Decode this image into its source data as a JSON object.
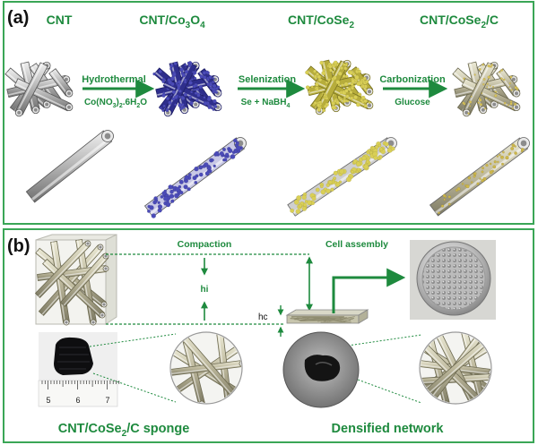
{
  "panel_a": {
    "label": "(a)",
    "materials": {
      "m1": {
        "name": "CNT"
      },
      "m2": {
        "name": "CNT/Co",
        "sub1": "3",
        "mid": "O",
        "sub2": "4"
      },
      "m3": {
        "name": "CNT/CoSe",
        "sub1": "2"
      },
      "m4": {
        "name": "CNT/CoSe",
        "sub1": "2",
        "tail": "/C"
      }
    },
    "arrows": {
      "a1": {
        "top": "Hydrothermal",
        "bot_prefix": "Co(NO",
        "bot_sub1": "3",
        "bot_mid": ")",
        "bot_sub2": "2",
        "bot_tail": ".6H",
        "bot_sub3": "2",
        "bot_end": "O"
      },
      "a2": {
        "top": "Selenization",
        "bot_prefix": "Se + NaBH",
        "bot_sub1": "4"
      },
      "a3": {
        "top": "Carbonization",
        "bottom": "Glucose"
      }
    }
  },
  "panel_b": {
    "label": "(b)",
    "compaction": "Compaction",
    "cell_assembly": "Cell assembly",
    "hi": "hi",
    "hc": "hc",
    "ruler_ticks": [
      "5",
      "6",
      "7"
    ],
    "sponge_caption": {
      "prefix": "CNT/CoSe",
      "sub": "2",
      "suffix": "/C sponge"
    },
    "network_caption": "Densified network"
  },
  "colors": {
    "frame": "#3aa656",
    "arrow": "#1e8a3e",
    "cnt": "#a9a9a9",
    "co3o4": "#4b4bb8",
    "cose2": "#d9cf56",
    "carbon": "#c9b86a"
  }
}
